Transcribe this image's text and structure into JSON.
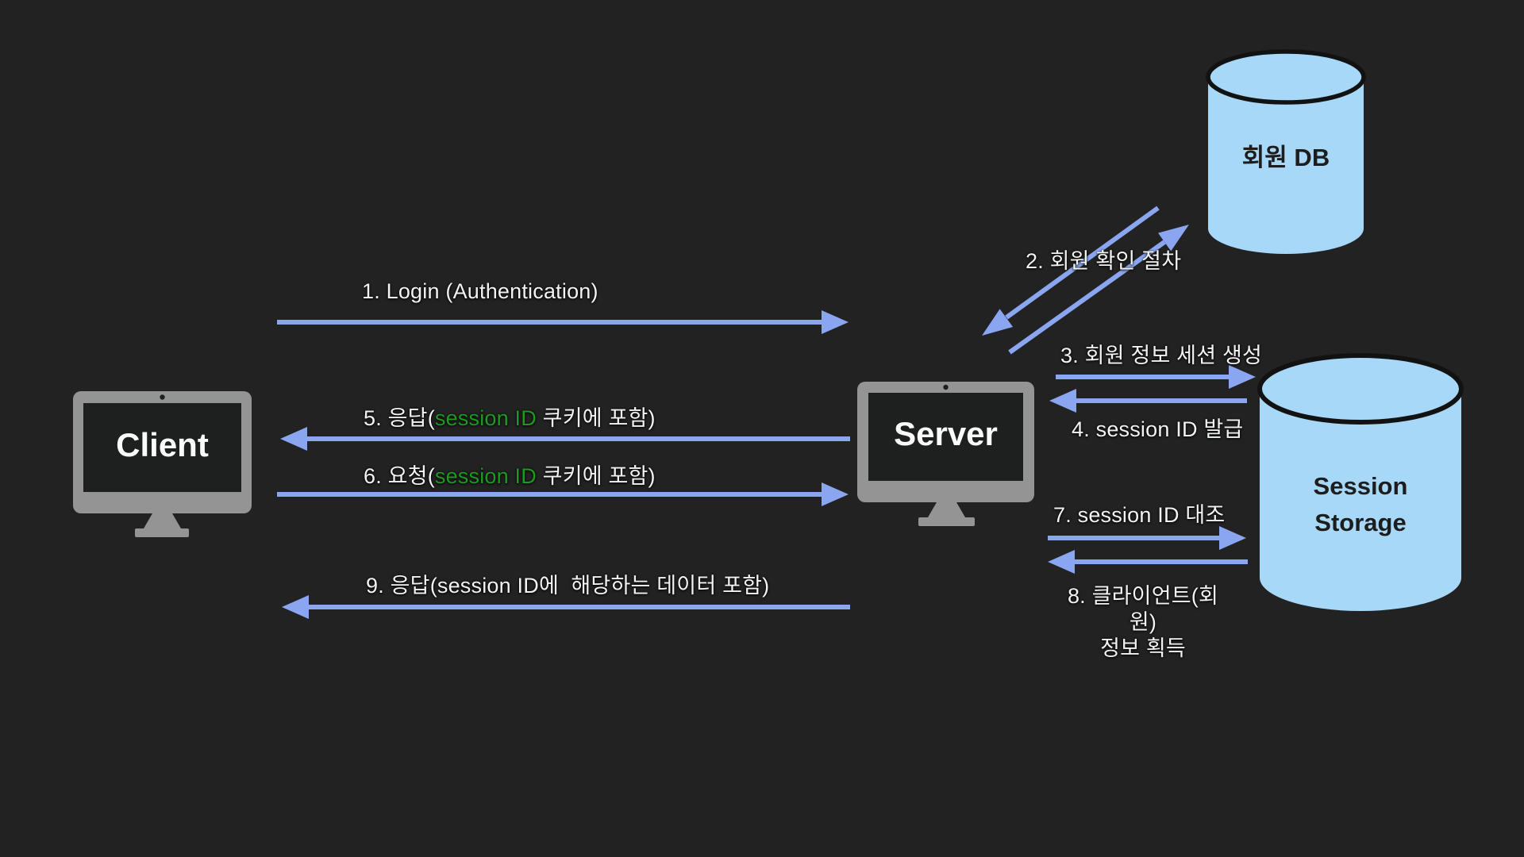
{
  "diagram_title": "session-auth-flow",
  "colors": {
    "background": "#222223",
    "arrow_blue": "#8ba6f0",
    "highlight_green": "#1e9b1e",
    "cylinder_fill": "#a8d8f7",
    "cylinder_stroke": "#121212",
    "monitor_gray": "#949494",
    "monitor_screen": "#1e1f1f",
    "label_light": "#f2f3f3",
    "label_dark": "#1d1d1d"
  },
  "nodes": {
    "client": {
      "label": "Client",
      "type": "monitor"
    },
    "server": {
      "label": "Server",
      "type": "monitor"
    },
    "member_db": {
      "label": "회원 DB",
      "type": "database-cylinder"
    },
    "session_storage": {
      "label": "Session Storage",
      "type": "database-cylinder"
    }
  },
  "steps": {
    "s1": {
      "label": "1. Login (Authentication)",
      "from": "client",
      "to": "server"
    },
    "s2": {
      "label": "2. 회원 확인 절차",
      "from": "server",
      "to": "member_db",
      "bidirectional": true
    },
    "s3": {
      "label": "3. 회원 정보 세션 생성",
      "from": "server",
      "to": "session_storage"
    },
    "s4": {
      "label": "4. session ID 발급",
      "from": "session_storage",
      "to": "server"
    },
    "s5": {
      "prefix": "5. 응답(",
      "highlight": "session ID",
      "suffix": " 쿠키에 포함)",
      "from": "server",
      "to": "client"
    },
    "s6": {
      "prefix": "6. 요청(",
      "highlight": "session ID",
      "suffix": " 쿠키에 포함)",
      "from": "client",
      "to": "server"
    },
    "s7": {
      "label": "7. session ID 대조",
      "from": "server",
      "to": "session_storage"
    },
    "s8": {
      "label": "8. 클라이언트(회원)\n정보 획득",
      "from": "session_storage",
      "to": "server"
    },
    "s9": {
      "label": "9. 응답(session ID에  해당하는 데이터 포함)",
      "from": "server",
      "to": "client"
    }
  }
}
